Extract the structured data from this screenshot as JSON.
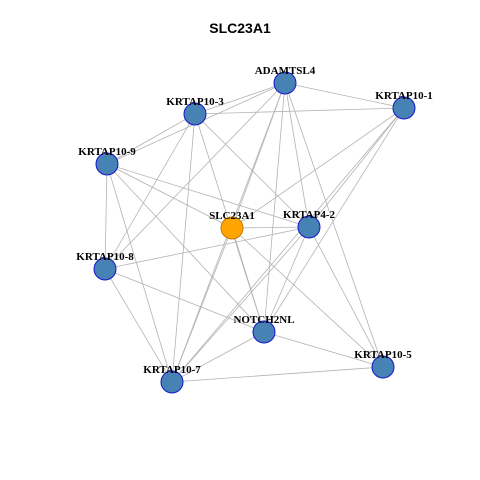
{
  "title": "SLC23A1",
  "colors": {
    "node_fill": "#4682B4",
    "node_stroke": "#1515CC",
    "center_fill": "#FFA500",
    "center_stroke": "#C47800",
    "edge": "#B3B3B3"
  },
  "nodes": [
    {
      "id": "ADAMTSL4",
      "label": "ADAMTSL4",
      "center": false
    },
    {
      "id": "KRTAP10-1",
      "label": "KRTAP10-1",
      "center": false
    },
    {
      "id": "KRTAP10-3",
      "label": "KRTAP10-3",
      "center": false
    },
    {
      "id": "KRTAP10-9",
      "label": "KRTAP10-9",
      "center": false
    },
    {
      "id": "SLC23A1",
      "label": "SLC23A1",
      "center": true
    },
    {
      "id": "KRTAP4-2",
      "label": "KRTAP4-2",
      "center": false
    },
    {
      "id": "KRTAP10-8",
      "label": "KRTAP10-8",
      "center": false
    },
    {
      "id": "NOTCH2NL",
      "label": "NOTCH2NL",
      "center": false
    },
    {
      "id": "KRTAP10-5",
      "label": "KRTAP10-5",
      "center": false
    },
    {
      "id": "KRTAP10-7",
      "label": "KRTAP10-7",
      "center": false
    }
  ],
  "edges": [
    [
      "ADAMTSL4",
      "KRTAP10-1"
    ],
    [
      "ADAMTSL4",
      "KRTAP10-3"
    ],
    [
      "ADAMTSL4",
      "KRTAP10-9"
    ],
    [
      "ADAMTSL4",
      "SLC23A1"
    ],
    [
      "ADAMTSL4",
      "KRTAP4-2"
    ],
    [
      "ADAMTSL4",
      "KRTAP10-8"
    ],
    [
      "ADAMTSL4",
      "NOTCH2NL"
    ],
    [
      "ADAMTSL4",
      "KRTAP10-5"
    ],
    [
      "ADAMTSL4",
      "KRTAP10-7"
    ],
    [
      "KRTAP10-1",
      "KRTAP10-3"
    ],
    [
      "KRTAP10-1",
      "SLC23A1"
    ],
    [
      "KRTAP10-1",
      "KRTAP4-2"
    ],
    [
      "KRTAP10-1",
      "NOTCH2NL"
    ],
    [
      "KRTAP10-1",
      "KRTAP10-7"
    ],
    [
      "KRTAP10-3",
      "KRTAP10-9"
    ],
    [
      "KRTAP10-3",
      "KRTAP4-2"
    ],
    [
      "KRTAP10-3",
      "KRTAP10-8"
    ],
    [
      "KRTAP10-3",
      "NOTCH2NL"
    ],
    [
      "KRTAP10-3",
      "KRTAP10-7"
    ],
    [
      "SLC23A1",
      "NOTCH2NL"
    ],
    [
      "KRTAP10-9",
      "SLC23A1"
    ],
    [
      "KRTAP10-9",
      "KRTAP4-2"
    ],
    [
      "KRTAP10-9",
      "KRTAP10-8"
    ],
    [
      "KRTAP10-9",
      "NOTCH2NL"
    ],
    [
      "KRTAP10-9",
      "KRTAP10-7"
    ],
    [
      "SLC23A1",
      "KRTAP4-2"
    ],
    [
      "SLC23A1",
      "KRTAP10-5"
    ],
    [
      "SLC23A1",
      "KRTAP10-7"
    ],
    [
      "KRTAP4-2",
      "KRTAP10-8"
    ],
    [
      "KRTAP4-2",
      "NOTCH2NL"
    ],
    [
      "KRTAP4-2",
      "KRTAP10-5"
    ],
    [
      "KRTAP4-2",
      "KRTAP10-7"
    ],
    [
      "KRTAP10-8",
      "NOTCH2NL"
    ],
    [
      "KRTAP10-8",
      "KRTAP10-7"
    ],
    [
      "NOTCH2NL",
      "KRTAP10-5"
    ],
    [
      "NOTCH2NL",
      "KRTAP10-7"
    ],
    [
      "KRTAP10-5",
      "KRTAP10-7"
    ]
  ]
}
